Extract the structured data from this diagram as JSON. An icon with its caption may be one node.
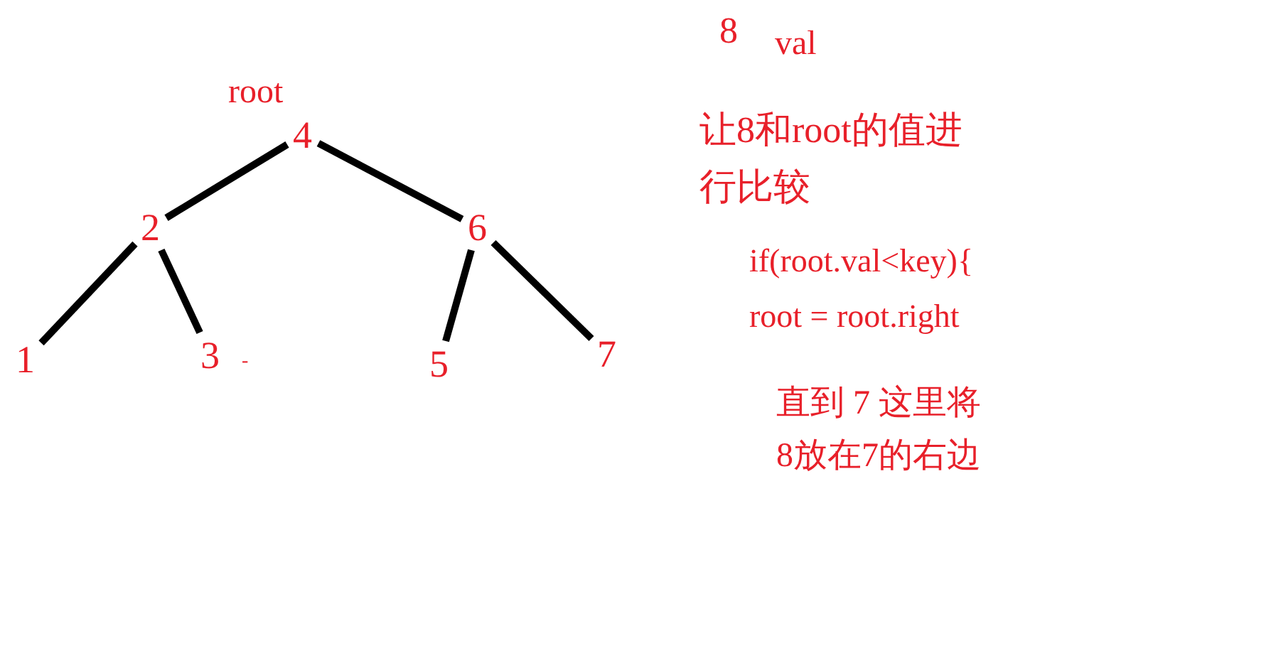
{
  "diagram": {
    "nodes": [
      {
        "text": [
          "4"
        ],
        "beside": [
          "root"
        ]
      },
      {
        "text": [
          "2"
        ]
      },
      {
        "text": [
          "6"
        ]
      },
      {
        "text": [
          "1"
        ]
      },
      {
        "text": [
          "3"
        ]
      },
      {
        "text": [
          "5"
        ]
      },
      {
        "text": [
          "7"
        ]
      }
    ],
    "edges": [
      {
        "from": 0,
        "to": 1,
        "arrow": "none"
      },
      {
        "from": 0,
        "to": 2,
        "arrow": "none"
      },
      {
        "from": 1,
        "to": 3,
        "arrow": "none"
      },
      {
        "from": 1,
        "to": 4,
        "arrow": "none"
      },
      {
        "from": 2,
        "to": 5,
        "arrow": "none"
      },
      {
        "from": 2,
        "to": 6,
        "arrow": "none"
      }
    ],
    "labels": [
      "-",
      "8",
      "val",
      "让8和root的值进行比较",
      "if(root.val<key){",
      "root = root.right",
      "直到 7 这里将8放在7的右边"
    ]
  }
}
